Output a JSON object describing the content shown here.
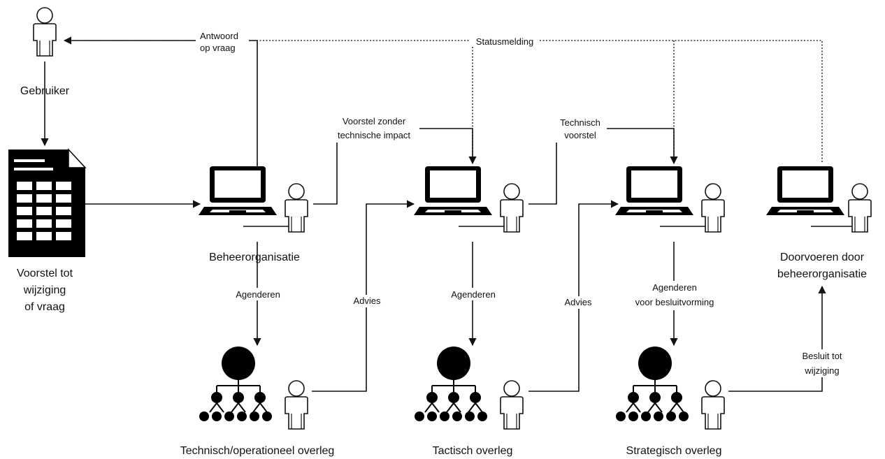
{
  "nodes": {
    "gebruiker": {
      "label": "Gebruiker"
    },
    "voorstel": {
      "label": [
        "Voorstel tot",
        "wijziging",
        "of vraag"
      ]
    },
    "beheerorganisatie": {
      "label": "Beheerorganisatie"
    },
    "doorvoeren": {
      "label": [
        "Doorvoeren door",
        "beheerorganisatie"
      ]
    },
    "technisch_overleg": {
      "label": "Technisch/operationeel overleg"
    },
    "tactisch_overleg": {
      "label": "Tactisch overleg"
    },
    "strategisch_overleg": {
      "label": "Strategisch overleg"
    }
  },
  "edges": {
    "antwoord": {
      "label": [
        "Antwoord",
        "op vraag"
      ]
    },
    "statusmelding": {
      "label": "Statusmelding"
    },
    "voorstel_zonder_impact": {
      "label": [
        "Voorstel zonder",
        "technische impact"
      ]
    },
    "technisch_voorstel": {
      "label": [
        "Technisch",
        "voorstel"
      ]
    },
    "agenderen_1": {
      "label": "Agenderen"
    },
    "advies_1": {
      "label": "Advies"
    },
    "agenderen_2": {
      "label": "Agenderen"
    },
    "advies_2": {
      "label": "Advies"
    },
    "agenderen_besluit": {
      "label": [
        "Agenderen",
        "voor besluitvorming"
      ]
    },
    "besluit": {
      "label": [
        "Besluit tot",
        "wijziging"
      ]
    }
  }
}
